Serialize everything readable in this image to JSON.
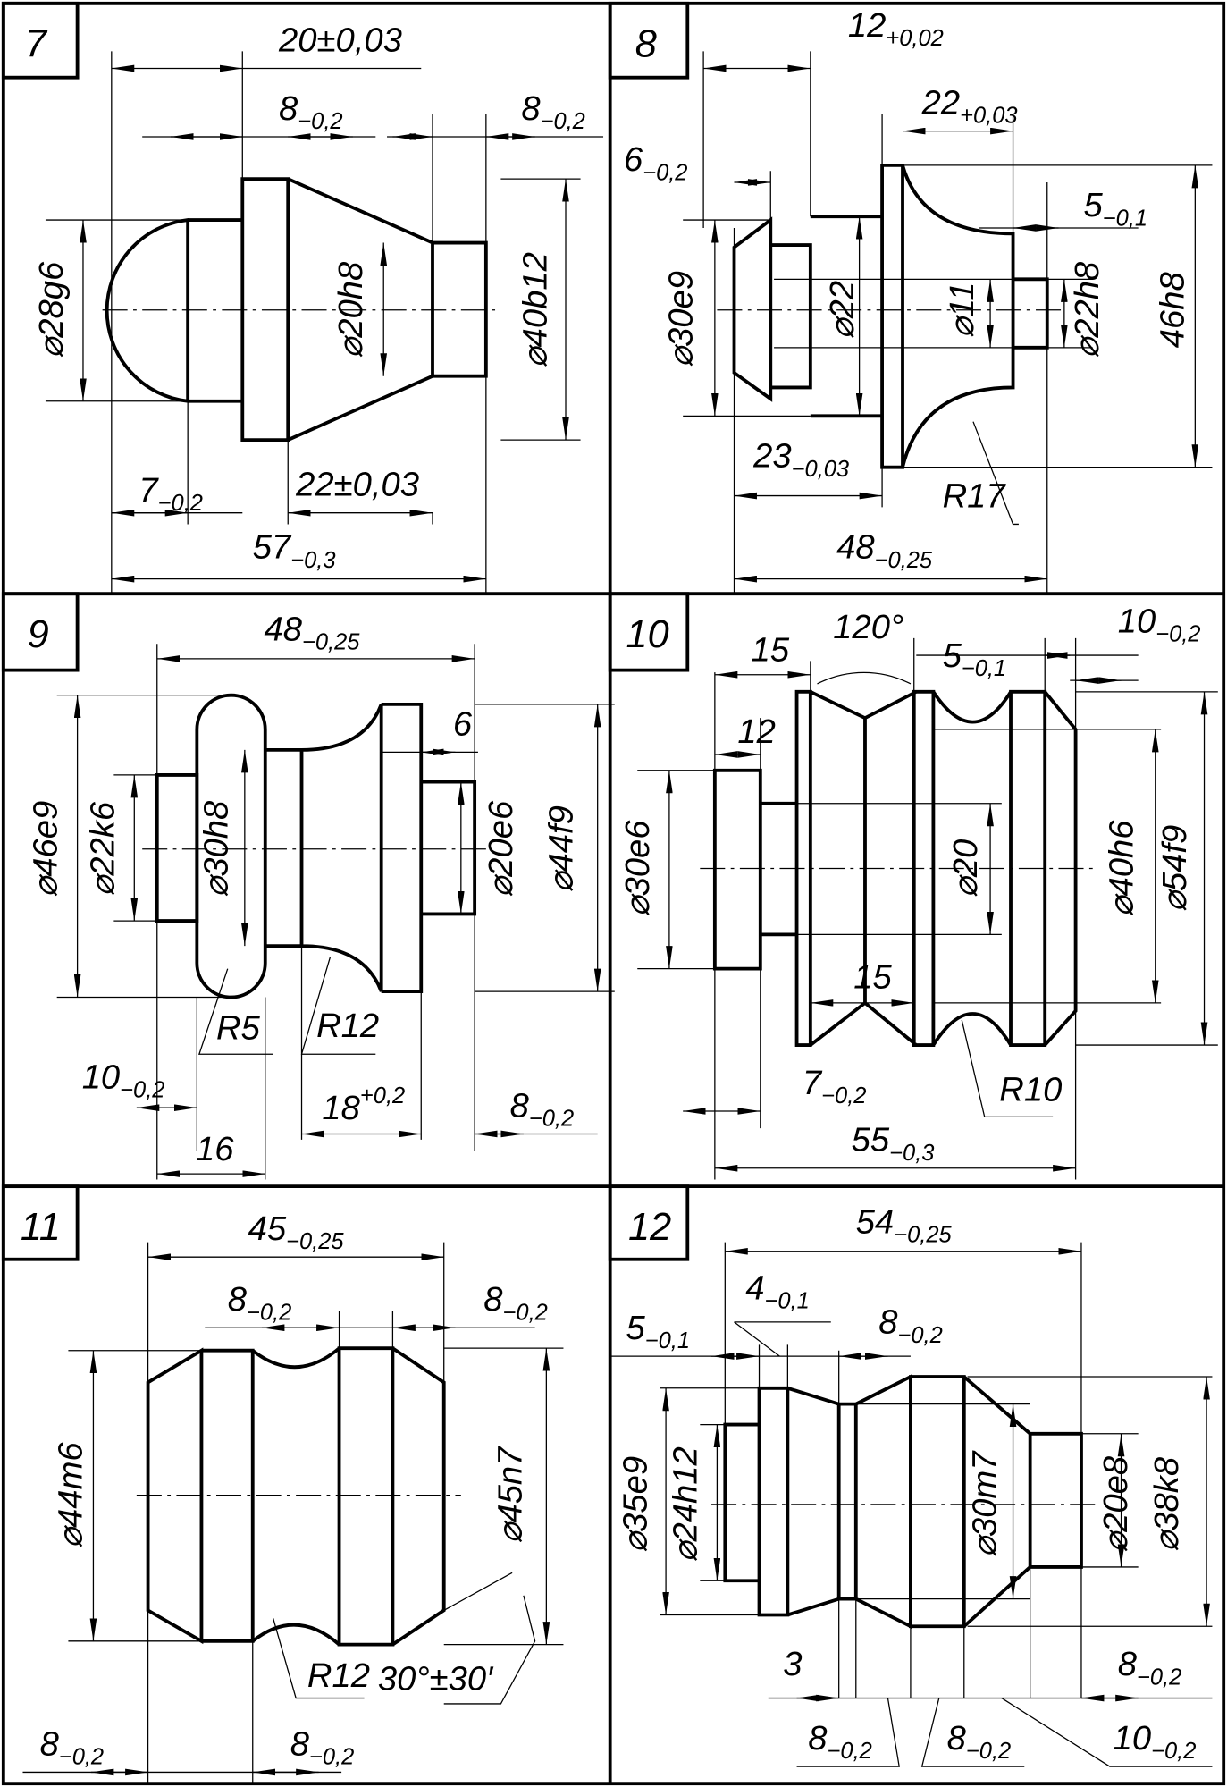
{
  "panels": [
    {
      "number": "7",
      "labels": [
        {
          "main": "20±0,03",
          "tol": ""
        },
        {
          "main": "8",
          "tol": "−0,2"
        },
        {
          "main": "8",
          "tol": "−0,2"
        },
        {
          "main": "⌀28g6",
          "tol": ""
        },
        {
          "main": "⌀20h8",
          "tol": ""
        },
        {
          "main": "⌀40b12",
          "tol": ""
        },
        {
          "main": "7",
          "tol": "−0,2"
        },
        {
          "main": "22±0,03",
          "tol": ""
        },
        {
          "main": "57",
          "tol": "−0,3"
        }
      ]
    },
    {
      "number": "8",
      "labels": [
        {
          "main": "12",
          "tol": "+0,02"
        },
        {
          "main": "22",
          "tol": "+0,03"
        },
        {
          "main": "6",
          "tol": "−0,2"
        },
        {
          "main": "5",
          "tol": "−0,1"
        },
        {
          "main": "⌀30e9",
          "tol": ""
        },
        {
          "main": "⌀22",
          "tol": ""
        },
        {
          "main": "⌀11",
          "tol": ""
        },
        {
          "main": "⌀22h8",
          "tol": ""
        },
        {
          "main": "46h8",
          "tol": ""
        },
        {
          "main": "23",
          "tol": "−0,03"
        },
        {
          "main": "R17",
          "tol": ""
        },
        {
          "main": "48",
          "tol": "−0,25"
        }
      ]
    },
    {
      "number": "9",
      "labels": [
        {
          "main": "48",
          "tol": "−0,25"
        },
        {
          "main": "6",
          "tol": ""
        },
        {
          "main": "⌀46e9",
          "tol": ""
        },
        {
          "main": "⌀22k6",
          "tol": ""
        },
        {
          "main": "⌀30h8",
          "tol": ""
        },
        {
          "main": "⌀20e6",
          "tol": ""
        },
        {
          "main": "⌀44f9",
          "tol": ""
        },
        {
          "main": "R5",
          "tol": ""
        },
        {
          "main": "R12",
          "tol": ""
        },
        {
          "main": "10",
          "tol": "−0,2"
        },
        {
          "main": "18",
          "tol": "+0,2"
        },
        {
          "main": "8",
          "tol": "−0,2"
        },
        {
          "main": "16",
          "tol": ""
        }
      ]
    },
    {
      "number": "10",
      "labels": [
        {
          "main": "15",
          "tol": ""
        },
        {
          "main": "120°",
          "tol": ""
        },
        {
          "main": "5",
          "tol": "−0,1"
        },
        {
          "main": "10",
          "tol": "−0,2"
        },
        {
          "main": "12",
          "tol": ""
        },
        {
          "main": "⌀30e6",
          "tol": ""
        },
        {
          "main": "⌀20",
          "tol": ""
        },
        {
          "main": "⌀40h6",
          "tol": ""
        },
        {
          "main": "⌀54f9",
          "tol": ""
        },
        {
          "main": "15",
          "tol": ""
        },
        {
          "main": "7",
          "tol": "−0,2"
        },
        {
          "main": "R10",
          "tol": ""
        },
        {
          "main": "55",
          "tol": "−0,3"
        }
      ]
    },
    {
      "number": "11",
      "labels": [
        {
          "main": "45",
          "tol": "−0,25"
        },
        {
          "main": "8",
          "tol": "−0,2"
        },
        {
          "main": "8",
          "tol": "−0,2"
        },
        {
          "main": "⌀44m6",
          "tol": ""
        },
        {
          "main": "⌀45n7",
          "tol": ""
        },
        {
          "main": "R12",
          "tol": ""
        },
        {
          "main": "30°±30′",
          "tol": ""
        },
        {
          "main": "8",
          "tol": "−0,2"
        },
        {
          "main": "8",
          "tol": "−0,2"
        }
      ]
    },
    {
      "number": "12",
      "labels": [
        {
          "main": "54",
          "tol": "−0,25"
        },
        {
          "main": "4",
          "tol": "−0,1"
        },
        {
          "main": "5",
          "tol": "−0,1"
        },
        {
          "main": "8",
          "tol": "−0,2"
        },
        {
          "main": "⌀35e9",
          "tol": ""
        },
        {
          "main": "⌀24h12",
          "tol": ""
        },
        {
          "main": "⌀30m7",
          "tol": ""
        },
        {
          "main": "⌀20e8",
          "tol": ""
        },
        {
          "main": "⌀38k8",
          "tol": ""
        },
        {
          "main": "3",
          "tol": ""
        },
        {
          "main": "8",
          "tol": "−0,2"
        },
        {
          "main": "8",
          "tol": "−0,2"
        },
        {
          "main": "8",
          "tol": "−0,2"
        },
        {
          "main": "10",
          "tol": "−0,2"
        }
      ]
    }
  ]
}
